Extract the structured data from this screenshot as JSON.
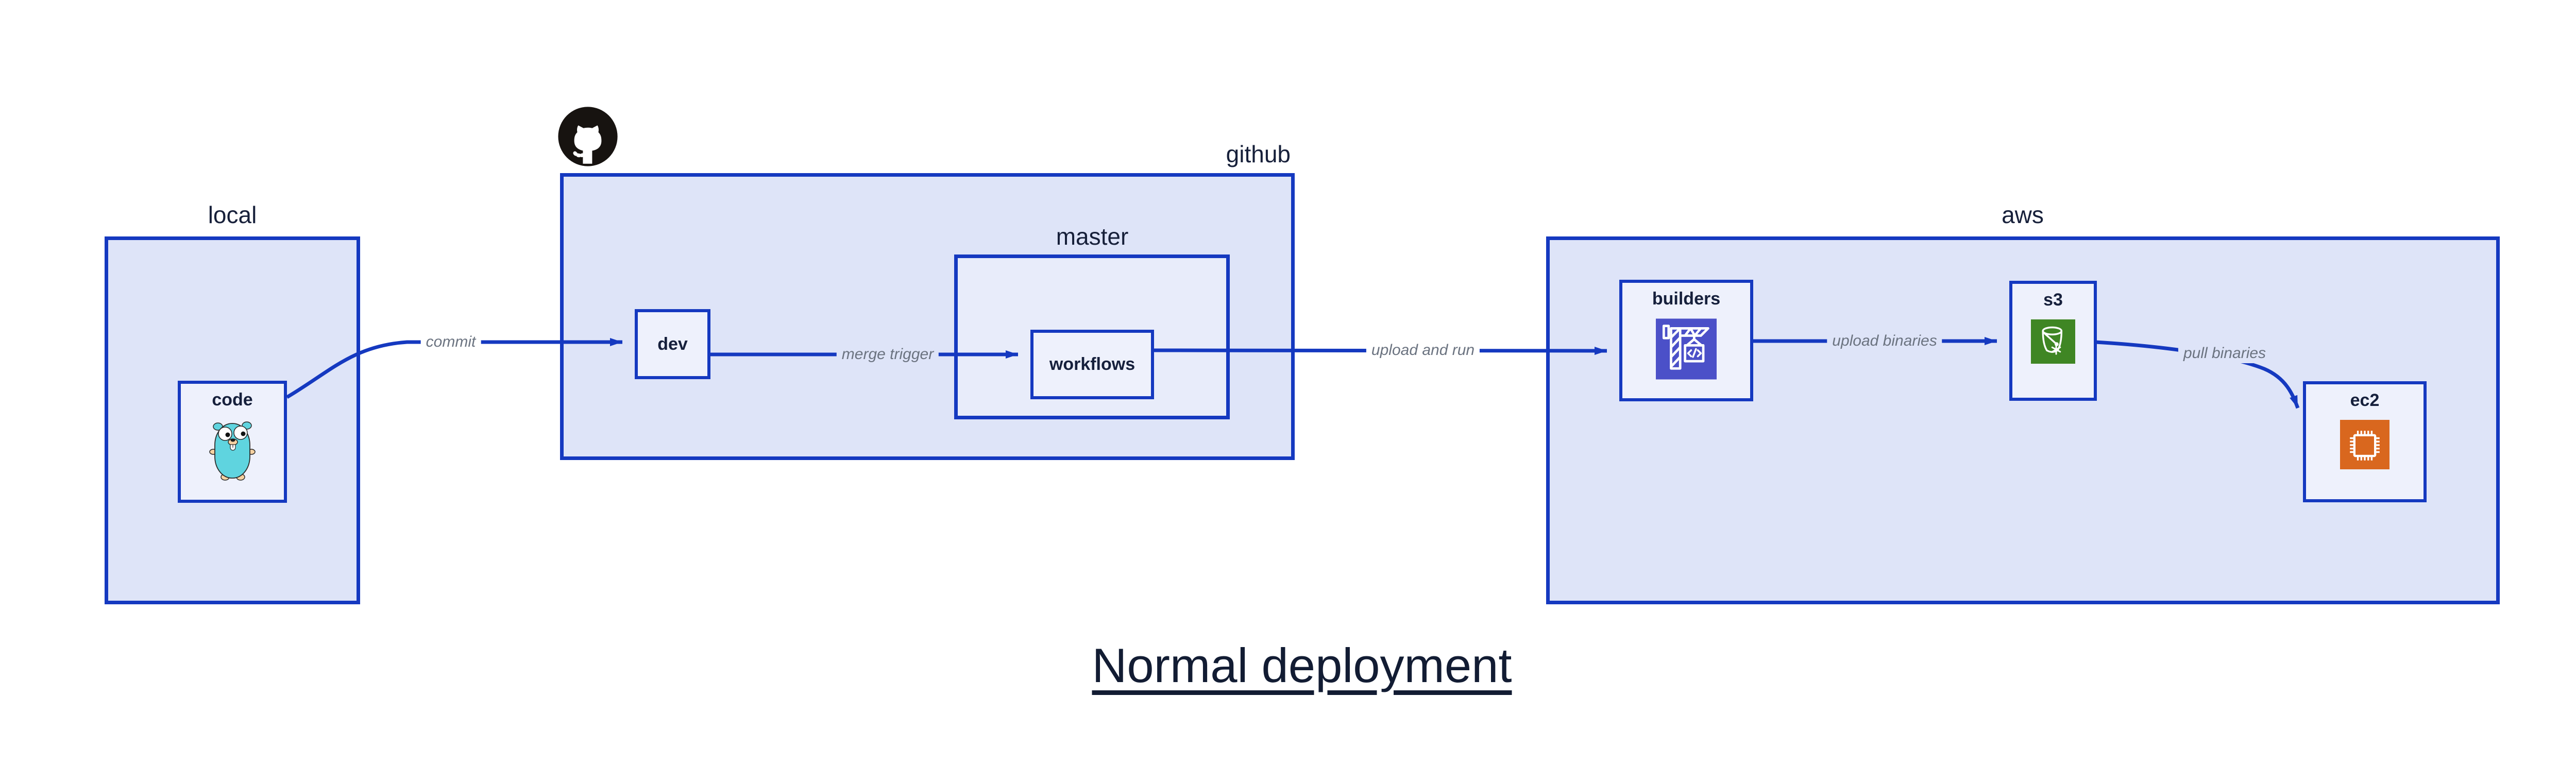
{
  "title": {
    "text": "Normal deployment"
  },
  "containers": {
    "local": {
      "label": "local"
    },
    "github": {
      "label": "github"
    },
    "master": {
      "label": "master"
    },
    "aws": {
      "label": "aws"
    }
  },
  "nodes": {
    "code": {
      "label": "code",
      "icon": "go-gopher-icon"
    },
    "dev": {
      "label": "dev"
    },
    "workflows": {
      "label": "workflows"
    },
    "builders": {
      "label": "builders",
      "icon": "aws-codebuild-crane-icon",
      "icon_color": "#4b50c8"
    },
    "s3": {
      "label": "s3",
      "icon": "aws-s3-bucket-icon",
      "icon_color": "#3f8624"
    },
    "ec2": {
      "label": "ec2",
      "icon": "aws-ec2-chip-icon",
      "icon_color": "#d9671e"
    }
  },
  "edges": {
    "commit": {
      "label": "commit",
      "from": "code",
      "to": "dev"
    },
    "merge_trigger": {
      "label": "merge trigger",
      "from": "dev",
      "to": "workflows"
    },
    "upload_and_run": {
      "label": "upload and run",
      "from": "workflows",
      "to": "builders"
    },
    "upload_binaries": {
      "label": "upload binaries",
      "from": "builders",
      "to": "s3"
    },
    "pull_binaries": {
      "label": "pull binaries",
      "from": "s3",
      "to": "ec2"
    }
  },
  "logos": {
    "github": "github-octocat-logo"
  },
  "colors": {
    "accent_blue": "#1539c0",
    "container_fill": "#dee4f8",
    "inner_container_fill": "#e8ecfa",
    "node_fill": "#eef1fc",
    "edge_label_gray": "#6b7380",
    "text_navy": "#16203c",
    "gopher_teal": "#5fd4df",
    "codebuild_indigo": "#4b50c8",
    "s3_green": "#3f8624",
    "ec2_orange": "#d9671e",
    "octocat_black": "#171310"
  }
}
